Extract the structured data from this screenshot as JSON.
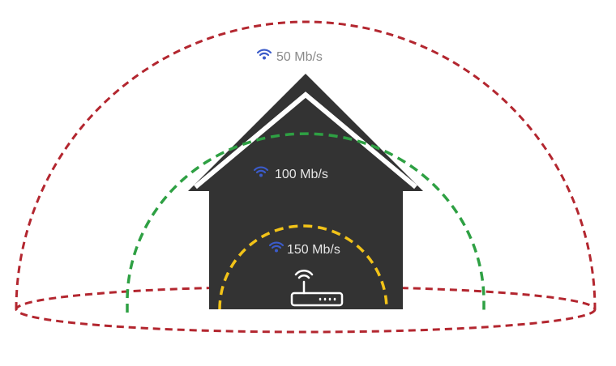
{
  "zones": [
    {
      "id": "outer",
      "speed": "50 Mb/s",
      "color": "#b3262f"
    },
    {
      "id": "middle",
      "speed": "100 Mb/s",
      "color": "#2ea043"
    },
    {
      "id": "inner",
      "speed": "150 Mb/s",
      "color": "#f2c318"
    }
  ],
  "house": {
    "fill_color": "#333333",
    "inner_line_color": "#ffffff"
  },
  "label_colors": {
    "outer": "#8a8a8a",
    "house": "#e6e6e6"
  },
  "icons": {
    "wifi": "wifi-icon",
    "router": "router-icon",
    "wifi_color": "#3b5bc9"
  }
}
